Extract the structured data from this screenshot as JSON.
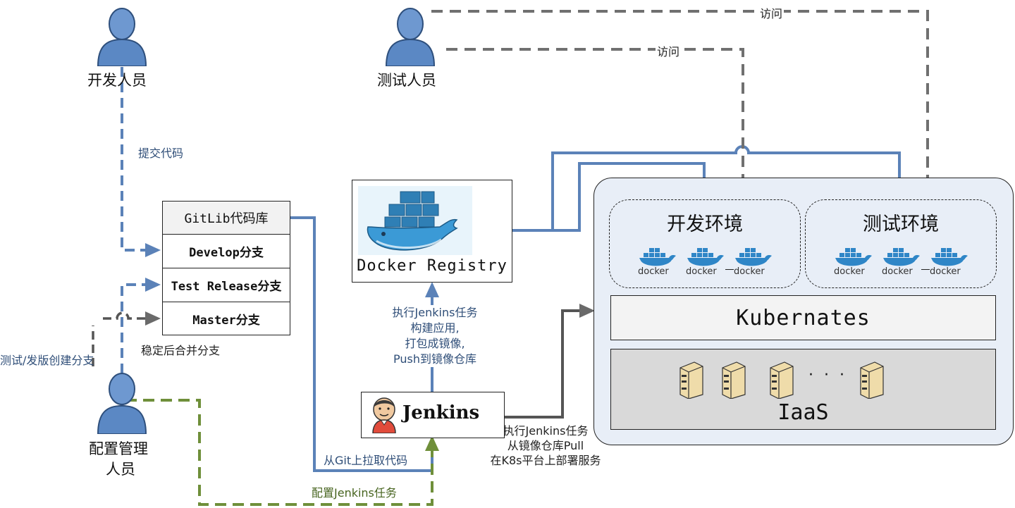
{
  "people": {
    "developer": "开发人员",
    "tester": "测试人员",
    "config_manager_line1": "配置管理",
    "config_manager_line2": "人员"
  },
  "gitlab": {
    "title": "GitLib代码库",
    "branches": [
      "Develop分支",
      "Test Release分支",
      "Master分支"
    ],
    "merge_note": "稳定后合并分支"
  },
  "registry": {
    "title": "Docker Registry"
  },
  "jenkins": {
    "title": "Jenkins"
  },
  "cluster": {
    "dev_env": "开发环境",
    "test_env": "测试环境",
    "kubernetes": "Kubernates",
    "iaas": "IaaS",
    "iaas_ellipsis": "· · ·",
    "docker_word": "docker"
  },
  "edges": {
    "commit_code": "提交代码",
    "create_branch": "测试/发版创建分支",
    "visit_1": "访问",
    "visit_2": "访问",
    "jenkins_build_line1": "执行Jenkins任务",
    "jenkins_build_line2": "构建应用,",
    "jenkins_build_line3": "打包成镜像,",
    "jenkins_build_line4": "Push到镜像仓库",
    "pull_code": "从Git上拉取代码",
    "config_jenkins": "配置Jenkins任务",
    "deploy_line1": "执行Jenkins任务",
    "deploy_line2": "从镜像仓库Pull",
    "deploy_line3": "在K8s平台上部署服务"
  },
  "colors": {
    "blue_line": "#5b82b8",
    "gray_line": "#707070",
    "green_line": "#6f8f3a",
    "person_fill": "#5b88c4",
    "cluster_fill": "#e8eef7"
  }
}
